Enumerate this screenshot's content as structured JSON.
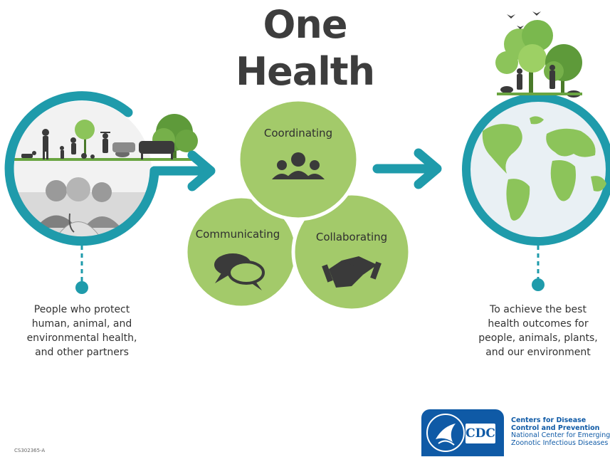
{
  "title": {
    "line1": "One",
    "line2": "Health"
  },
  "circles": [
    {
      "label": "Coordinating",
      "icon": "people-group-icon"
    },
    {
      "label": "Communicating",
      "icon": "speech-bubbles-icon"
    },
    {
      "label": "Collaborating",
      "icon": "handshake-icon"
    }
  ],
  "captions": {
    "left": [
      "People who protect",
      "human, animal, and",
      "environmental health,",
      "and other partners"
    ],
    "right": [
      "To achieve the best",
      "health outcomes for",
      "people, animals, plants,",
      "and our environment"
    ]
  },
  "footer": {
    "code": "CS302365-A",
    "cdc_badge": "CDC",
    "org_line1": "Centers for Disease",
    "org_line2": "Control and Prevention",
    "center_line1": "National Center for Emerging and",
    "center_line2": "Zoonotic Infectious Diseases"
  },
  "colors": {
    "teal": "#1f9bab",
    "green_circle": "#a3ca6a",
    "title": "#3d3d3d",
    "cdc_blue": "#0f5aa6"
  }
}
